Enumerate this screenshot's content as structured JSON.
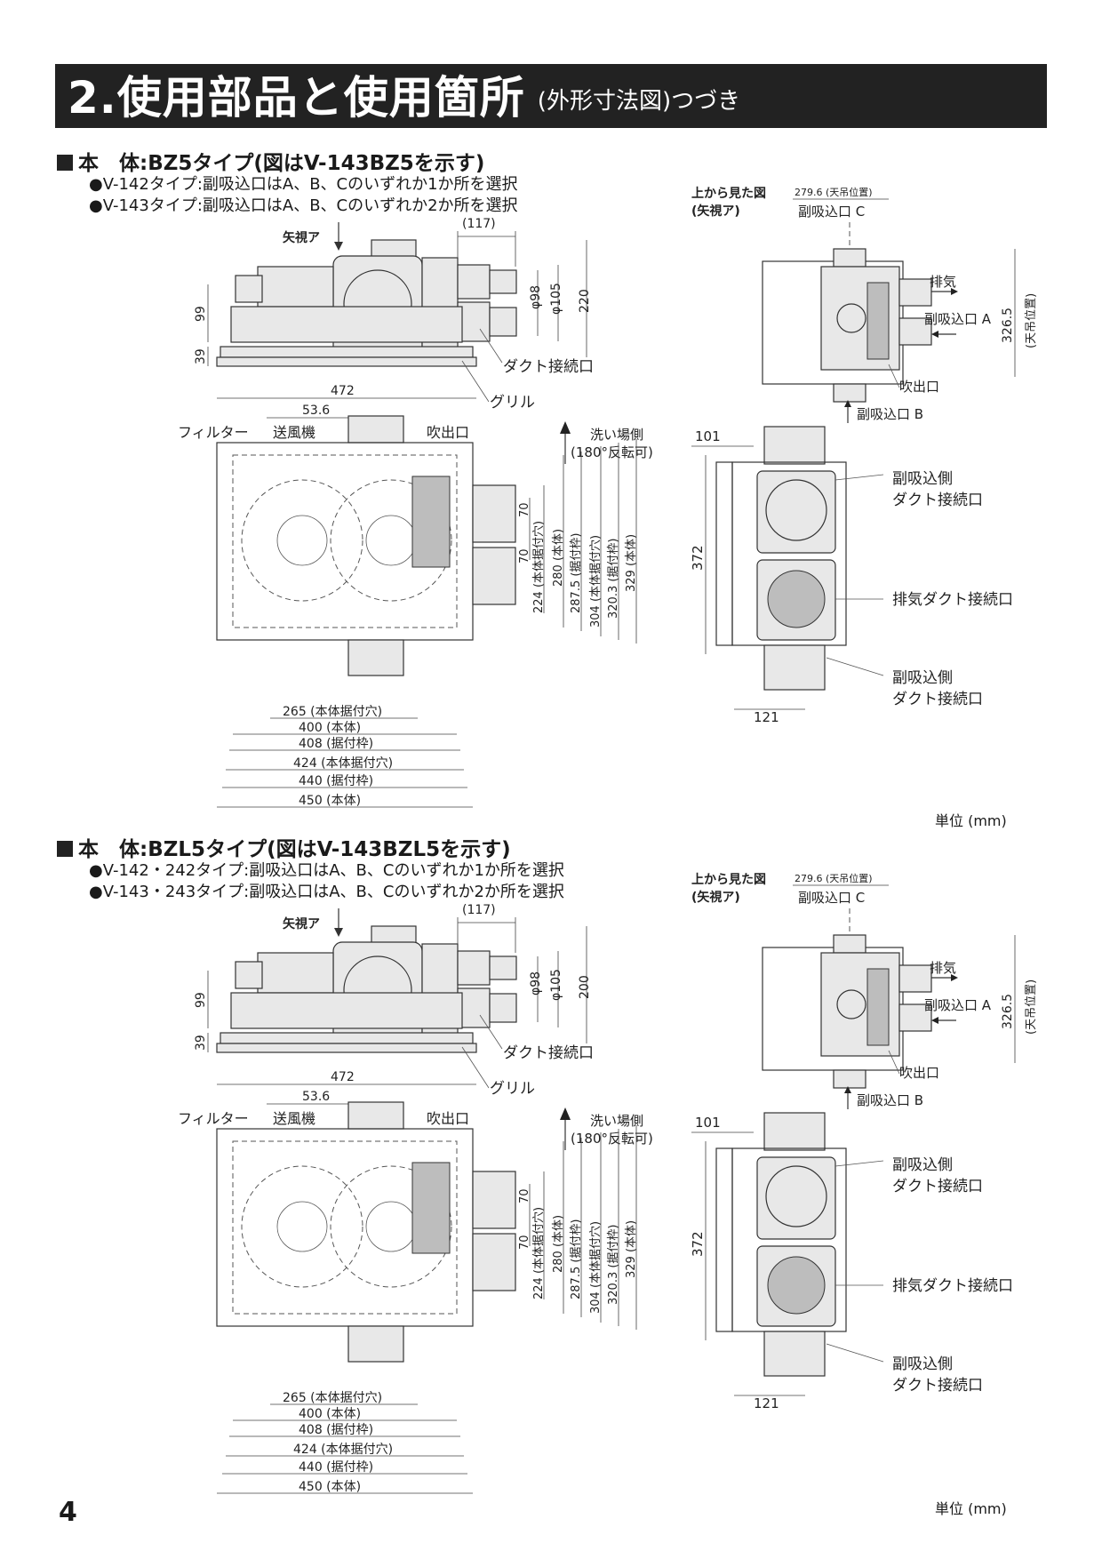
{
  "header": {
    "title": "2.使用部品と使用箇所",
    "subtitle": "(外形寸法図)つづき"
  },
  "sections": [
    {
      "title": "本　体:BZ5タイプ(図はV-143BZ5を示す)",
      "notes": [
        "●V-142タイプ:副吸込口はA、B、Cのいずれか1か所を選択",
        "●V-143タイプ:副吸込口はA、B、Cのいずれか2か所を選択"
      ],
      "side": {
        "arrow_label": "矢視ア",
        "d117": "(117)",
        "d98": "φ98",
        "d105": "φ105",
        "d_height": "220",
        "d99": "99",
        "d39": "39",
        "d472": "472",
        "duct": "ダクト接続口",
        "grill": "グリル"
      },
      "top_view": {
        "title1": "上から見た図",
        "title2": "(矢視ア)",
        "d279": "279.6 (天吊位置)",
        "inlet_c": "副吸込口 C",
        "exhaust": "排気",
        "inlet_a": "副吸込口 A",
        "d326": "326.5",
        "d326sub": "(天吊位置)",
        "outlet": "吹出口",
        "inlet_b": "副吸込口 B"
      },
      "plan": {
        "d53": "53.6",
        "filter": "フィルター",
        "fan": "送風機",
        "outlet": "吹出口",
        "wash1": "洗い場側",
        "wash2": "(180°反転可)",
        "v70a": "70",
        "v70b": "70",
        "v224": "224 (本体据付穴)",
        "v280": "280 (本体)",
        "v287": "287.5 (据付枠)",
        "v304": "304 (本体据付穴)",
        "v320": "320.3 (据付枠)",
        "v329": "329 (本体)",
        "h265": "265 (本体据付穴)",
        "h400": "400 (本体)",
        "h408": "408 (据付枠)",
        "h424": "424 (本体据付穴)",
        "h440": "440 (据付枠)",
        "h450": "450 (本体)"
      },
      "front": {
        "d101": "101",
        "d372": "372",
        "d121": "121",
        "l1a": "副吸込側",
        "l1b": "ダクト接続口",
        "l2": "排気ダクト接続口",
        "l3a": "副吸込側",
        "l3b": "ダクト接続口"
      },
      "unit": "単位 (mm)"
    },
    {
      "title": "本　体:BZL5タイプ(図はV-143BZL5を示す)",
      "notes": [
        "●V-142・242タイプ:副吸込口はA、B、Cのいずれか1か所を選択",
        "●V-143・243タイプ:副吸込口はA、B、Cのいずれか2か所を選択"
      ],
      "side": {
        "arrow_label": "矢視ア",
        "d117": "(117)",
        "d98": "φ98",
        "d105": "φ105",
        "d_height": "200",
        "d99": "99",
        "d39": "39",
        "d472": "472",
        "duct": "ダクト接続口",
        "grill": "グリル"
      },
      "top_view": {
        "title1": "上から見た図",
        "title2": "(矢視ア)",
        "d279": "279.6 (天吊位置)",
        "inlet_c": "副吸込口 C",
        "exhaust": "排気",
        "inlet_a": "副吸込口 A",
        "d326": "326.5",
        "d326sub": "(天吊位置)",
        "outlet": "吹出口",
        "inlet_b": "副吸込口 B"
      },
      "plan": {
        "d53": "53.6",
        "filter": "フィルター",
        "fan": "送風機",
        "outlet": "吹出口",
        "wash1": "洗い場側",
        "wash2": "(180°反転可)",
        "v70a": "70",
        "v70b": "70",
        "v224": "224 (本体据付穴)",
        "v280": "280 (本体)",
        "v287": "287.5 (据付枠)",
        "v304": "304 (本体据付穴)",
        "v320": "320.3 (据付枠)",
        "v329": "329 (本体)",
        "h265": "265 (本体据付穴)",
        "h400": "400 (本体)",
        "h408": "408 (据付枠)",
        "h424": "424 (本体据付穴)",
        "h440": "440 (据付枠)",
        "h450": "450 (本体)"
      },
      "front": {
        "d101": "101",
        "d372": "372",
        "d121": "121",
        "l1a": "副吸込側",
        "l1b": "ダクト接続口",
        "l2": "排気ダクト接続口",
        "l3a": "副吸込側",
        "l3b": "ダクト接続口"
      },
      "unit": "単位 (mm)"
    }
  ],
  "page_number": "4"
}
